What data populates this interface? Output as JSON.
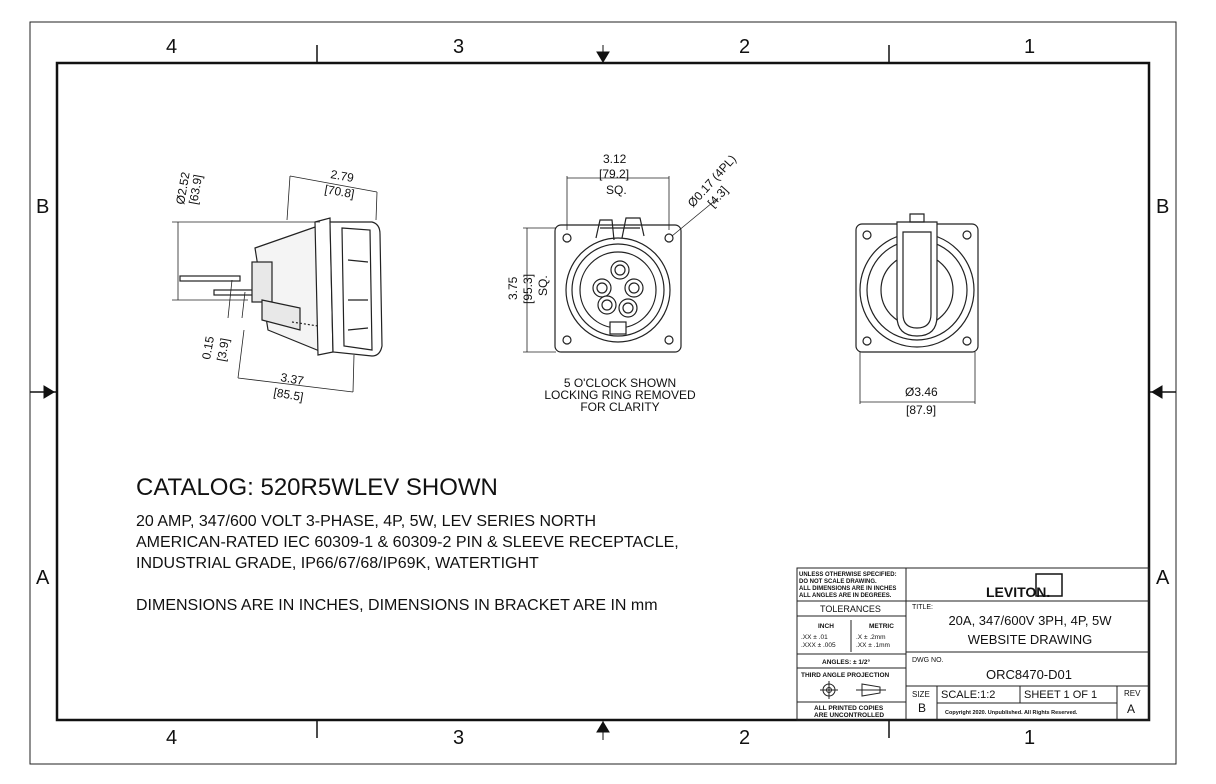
{
  "zones": {
    "columns": [
      "4",
      "3",
      "2",
      "1"
    ],
    "rows": [
      "B",
      "A"
    ]
  },
  "views": {
    "side": {
      "dia": "Ø2.52",
      "dia_mm": "[63.9]",
      "depth": "2.79",
      "depth_mm": "[70.8]",
      "flange": "0.15",
      "flange_mm": "[3.9]",
      "length": "3.37",
      "length_mm": "[85.5]"
    },
    "front": {
      "width": "3.12",
      "width_mm": "[79.2]",
      "width_sq": "SQ.",
      "hole": "Ø0.17 (4PL)",
      "hole_mm": "[4.3]",
      "height": "3.75",
      "height_mm": "[95.3]",
      "height_sq": "SQ.",
      "note_l1": "5 O'CLOCK SHOWN",
      "note_l2": "LOCKING RING REMOVED",
      "note_l3": "FOR CLARITY"
    },
    "rear": {
      "dia": "Ø3.46",
      "dia_mm": "[87.9]"
    }
  },
  "description": {
    "catalog": "CATALOG: 520R5WLEV SHOWN",
    "line1": "20 AMP, 347/600 VOLT 3-PHASE, 4P, 5W, LEV SERIES NORTH",
    "line2": "AMERICAN-RATED IEC 60309-1 & 60309-2 PIN & SLEEVE RECEPTACLE,",
    "line3": "INDUSTRIAL GRADE, IP66/67/68/IP69K, WATERTIGHT",
    "units": "DIMENSIONS ARE IN INCHES, DIMENSIONS IN BRACKET ARE IN mm"
  },
  "title_block": {
    "spec_l1": "UNLESS OTHERWISE SPECIFIED:",
    "spec_l2": "DO NOT SCALE DRAWING.",
    "spec_l3": "ALL DIMENSIONS ARE IN INCHES",
    "spec_l4": "ALL ANGLES ARE IN DEGREES.",
    "tolerances": "TOLERANCES",
    "inch": "INCH",
    "metric": "METRIC",
    "inch_xx": ".XX   ± .01",
    "inch_xxx": ".XXX  ± .005",
    "metric_x": ".X    ± .2mm",
    "metric_xx": ".XX  ± .1mm",
    "angles": "ANGLES: ± 1/2°",
    "projection": "THIRD ANGLE PROJECTION",
    "printed_l1": "ALL PRINTED COPIES",
    "printed_l2": "ARE UNCONTROLLED",
    "logo": "LEVITON.",
    "title_label": "TITLE:",
    "title_l1": "20A, 347/600V 3PH, 4P, 5W",
    "title_l2": "WEBSITE DRAWING",
    "dwg_label": "DWG NO.",
    "dwg_no": "ORC8470-D01",
    "size_label": "SIZE",
    "size": "B",
    "scale": "SCALE:1:2",
    "sheet": "SHEET 1 OF 1",
    "rev_label": "REV",
    "rev": "A",
    "copyright": "Copyright 2020. Unpublished. All Rights Reserved."
  }
}
